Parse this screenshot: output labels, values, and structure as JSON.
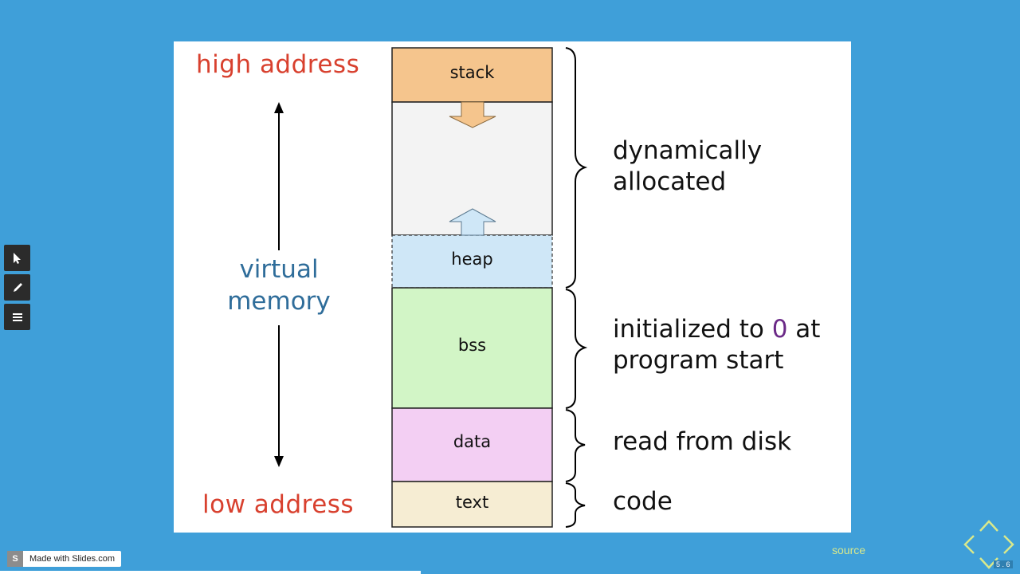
{
  "slide": {
    "high_address": "high address",
    "low_address": "low address",
    "virtual_line1": "virtual",
    "virtual_line2": "memory",
    "segments": {
      "stack": "stack",
      "heap": "heap",
      "bss": "bss",
      "data": "data",
      "text": "text"
    },
    "descriptions": {
      "dynamic_line1": "dynamically",
      "dynamic_line2": "allocated",
      "init_pre": "initialized to ",
      "init_zero": "0",
      "init_post": " at",
      "init_line2": "program start",
      "read": "read from disk",
      "code": "code"
    },
    "colors": {
      "address_red": "#d8402e",
      "virtual_blue": "#2f6d9a",
      "stack_fill": "#f5c58d",
      "free_fill": "#f3f3f3",
      "heap_fill": "#cfe7f7",
      "bss_fill": "#d2f5c6",
      "data_fill": "#f3cff3",
      "text_fill": "#f6edd3"
    }
  },
  "toolbar": {
    "pointer_icon": "cursor-arrow-icon",
    "pen_icon": "pen-icon",
    "menu_icon": "menu-icon"
  },
  "footer": {
    "badge_letter": "S",
    "badge_text": "Made with Slides.com",
    "source": "source",
    "slide_number": "5 . 6"
  }
}
